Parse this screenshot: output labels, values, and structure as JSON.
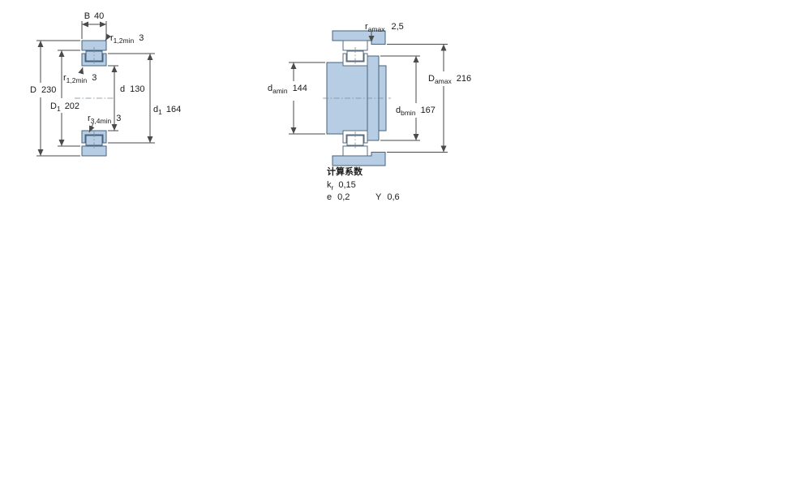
{
  "colors": {
    "section_fill": "#b7cde4",
    "outline": "#46627e",
    "dimension": "#4a4a4a"
  },
  "figure_left": {
    "dim_B": {
      "label": "B",
      "value": "40"
    },
    "dim_D": {
      "label": "D",
      "value": "230"
    },
    "dim_D1": {
      "base": "D",
      "sub": "1",
      "value": "202"
    },
    "dim_d": {
      "label": "d",
      "value": "130"
    },
    "dim_d1": {
      "base": "d",
      "sub": "1",
      "value": "164"
    },
    "dim_r12_top": {
      "base": "r",
      "sub": "1,2min",
      "value": "3"
    },
    "dim_r12_mid": {
      "base": "r",
      "sub": "1,2min",
      "value": "3"
    },
    "dim_r34": {
      "base": "r",
      "sub": "3,4min",
      "value": "3"
    }
  },
  "figure_right": {
    "dim_ra": {
      "base": "r",
      "sub": "amax",
      "value": "2,5"
    },
    "dim_da": {
      "base": "d",
      "sub": "amin",
      "value": "144"
    },
    "dim_Da": {
      "base": "D",
      "sub": "amax",
      "value": "216"
    },
    "dim_db": {
      "base": "d",
      "sub": "bmin",
      "value": "167"
    }
  },
  "calculation_factors": {
    "title": "计算系数",
    "kr": {
      "base": "k",
      "sub": "r",
      "value": "0,15"
    },
    "e": {
      "label": "e",
      "value": "0,2"
    },
    "Y": {
      "label": "Y",
      "value": "0,6"
    }
  }
}
